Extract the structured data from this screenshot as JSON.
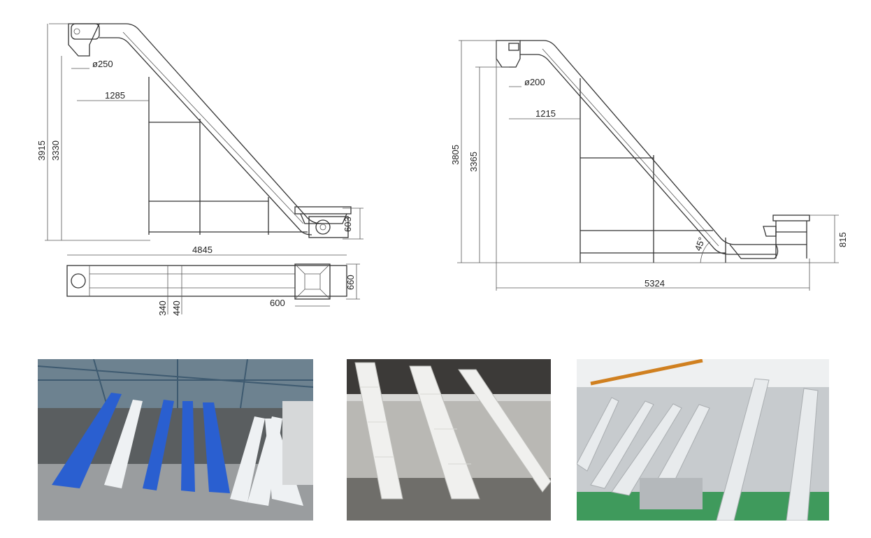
{
  "drawing_left": {
    "dims": {
      "height_total": "3915",
      "height_inner": "3330",
      "diameter": "ø250",
      "offset": "1285",
      "length": "4845",
      "hopper_height": "603",
      "width": "660",
      "d1": "340",
      "d2": "440",
      "hopper_width": "600"
    }
  },
  "drawing_right": {
    "dims": {
      "height_total": "3805",
      "height_inner": "3365",
      "diameter": "ø200",
      "offset": "1215",
      "angle": "45°",
      "length": "5324",
      "hopper_height": "815"
    }
  },
  "photos": [
    {
      "name": "photo-warehouse-conveyors",
      "colors": {
        "belt_blue": "#2a5fd0",
        "belt_white": "#eef1f3",
        "floor": "#9a9d9f",
        "roof": "#5e7a8c"
      }
    },
    {
      "name": "photo-white-conveyors",
      "colors": {
        "belt_white": "#f0f0ee",
        "wall": "#d8d8d6",
        "floor": "#6f6e6a"
      }
    },
    {
      "name": "photo-factory-conveyors",
      "colors": {
        "belt_white": "#e8ebed",
        "floor": "#3f9a5c",
        "crane": "#d08020"
      }
    }
  ]
}
